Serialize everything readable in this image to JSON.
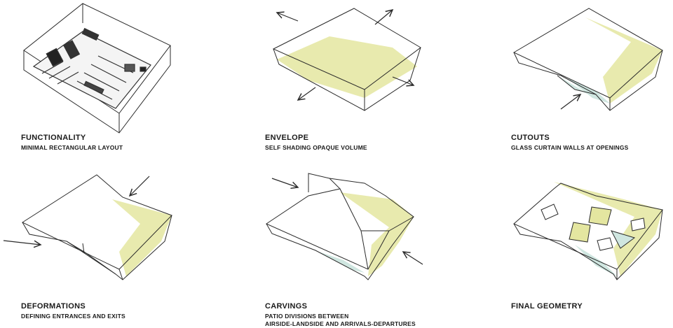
{
  "panels": [
    {
      "title": "FUNCTIONALITY",
      "subtitle": "MINIMAL RECTANGULAR LAYOUT",
      "subtitle2": ""
    },
    {
      "title": "ENVELOPE",
      "subtitle": "SELF SHADING  OPAQUE  VOLUME",
      "subtitle2": ""
    },
    {
      "title": "CUTOUTS",
      "subtitle": "GLASS CURTAIN WALLS  AT OPENINGS",
      "subtitle2": ""
    },
    {
      "title": "DEFORMATIONS",
      "subtitle": "DEFINING ENTRANCES AND EXITS",
      "subtitle2": ""
    },
    {
      "title": "CARVINGS",
      "subtitle": "PATIO DIVISIONS BETWEEN",
      "subtitle2": "AIRSIDE-LANDSIDE AND ARRIVALS-DEPARTURES"
    },
    {
      "title": "FINAL GEOMETRY",
      "subtitle": "",
      "subtitle2": ""
    }
  ],
  "colors": {
    "line": "#2a2a2a",
    "highlight": "#e4e6a0",
    "glass": "#cfe6e0"
  }
}
